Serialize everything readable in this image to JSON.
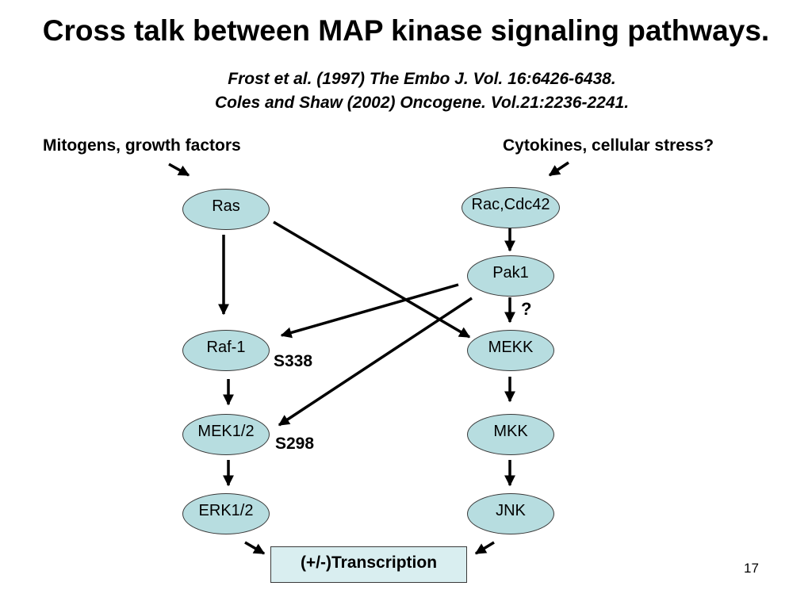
{
  "slide": {
    "title": "Cross talk between MAP kinase signaling pathways.",
    "references": [
      "Frost et al. (1997) The Embo J. Vol. 16:6426-6438.",
      "Coles and Shaw (2002) Oncogene. Vol.21:2236-2241."
    ],
    "inputs": {
      "left": "Mitogens, growth factors",
      "right": "Cytokines, cellular stress?"
    },
    "nodes": {
      "ras": "Ras",
      "raf1": "Raf-1",
      "mek12": "MEK1/2",
      "erk12": "ERK1/2",
      "rac_cdc42": "Rac,Cdc42",
      "pak1": "Pak1",
      "mekk": "MEKK",
      "mkk": "MKK",
      "jnk": "JNK"
    },
    "sites": {
      "raf1": "S338",
      "mek12": "S298"
    },
    "uncertain_mark": "?",
    "output": "(+/-)Transcription",
    "page_number": "17"
  }
}
